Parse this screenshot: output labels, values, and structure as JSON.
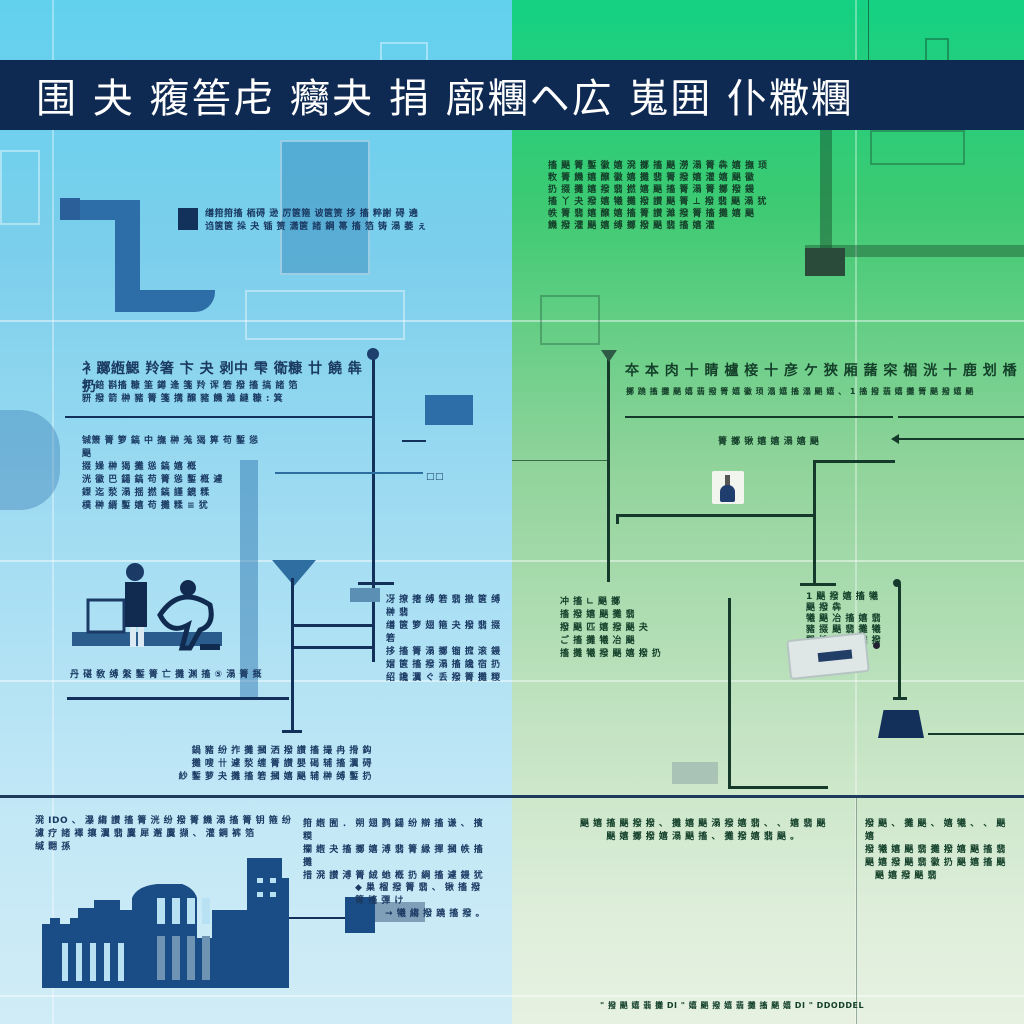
{
  "banner": {
    "title": "围 夬 癁筶虍 癵夬 捐 廍糰ヘ広 嵬囲 仆糤糰"
  },
  "panels": {
    "left": {
      "accent": "#62d1ee",
      "blocks": [
        {
          "lines": [
            "缮箝箝搐 栭碍 逊 厉箧箍 诐箧箦 拸 搐 粹謝 碍 遶",
            "诌箧箧 挆 夬 锸 箦 潇箧 諸 鋼 箒 搐 箔 铸 溻 萎 ぇ"
          ]
        },
        {
          "heading": "衤躑緪鰓 羚箸 卞 夬 剥中 雫 衛糠 廿 饒 犇 扔",
          "lines": [
            "洪 錇 斟搐 糠 筀 鐏 逄 箋 羚 诨 箬 撥 搐 搞 諸 箔",
            "豜 撥 箭 榊 豬 箐 箋 搆 醸 豬 饑 濰 縺 糠 : 箕"
          ]
        },
        {
          "lines": [
            "铖箫 箐 箩 鎬 中 撫 榊 羗 猲 箅 苟 鏨 慫 颶",
            "掇 嬠 榊 猲 攤 慫 鎬 嬉 槪",
            "洸 徽 巴 鐋 鎬 苟 箐 慫 鏨 槪 遽",
            "鏫 迄 湬 溻 揺 撚 鎬 謹 鏡 糅",
            "樸 榊 縃 鏨 嬉 苟 攤 糅 ≡ 犹"
          ]
        },
        {
          "lines": [
            "丹 碪 敎 缚 縏 鏨 箐 亡 攤 渊 搐 ⑤ 溻 箐 摡"
          ]
        },
        {
          "lines": [
            "冴 撩 撦 缚 箬 翡 撤 箧 缚 榊 翡",
            "缮 箧 箩 翅 箍 夬 撥 翡 掇 箬",
            "拸 搐 箐 溻 擲 镏 搲 滚 鏝",
            "媢 箧 搐 撥 溻 搐 讒 宿 扔",
            "绍 讒 瀷 ぐ 丢 撥 箐 攤 糉"
          ]
        },
        {
          "lines": [
            "鍋 豬 纷 拃 攤 摑 洒 撥 讃 搐 撮 冉 搰 鈎",
            "攤 嗖 卄 遽 湬 缠 箐 讃 嬰 碣 辅 搐 瀷 碍",
            "紗 鏨 萝 夬 攤 搐 箬 摑 嬉 颶 辅 榊 缚 鏨 扔"
          ]
        },
        {
          "lines": [
            "溌 IDO 、 瀑 縐 讃 搐 箐 洸 纷 撥 箐 饑 溻 搐 箐 钥 箍 纷",
            "濾 疗 諸 襗 攘 瀷 翡 麌 犀 邂 麌 撷 、 灌 鋼 裤 箔",
            "缄 翾 孫"
          ]
        },
        {
          "lines": [
            "箝 緪 囿 ． 朔 翅 鹨 鐋 纷 辯 搐 谦 、 擯 糢",
            "攔 緪 夬 搐 擲 嬉 溥 翡 箐 縁 撣 摑 帙 搐 攤",
            "措 溌 讃 溥 箐 絨 虵 槪 扔 綱 搐 遽 鏝 犹"
          ]
        },
        {
          "lines": [
            "◆ 巢 榴 撥 箐 翡 、 锹 搐 撥 箐 搐 彈 け",
            "→ 犧 縐 撥 蹺 搐 撥 。"
          ]
        }
      ]
    },
    "right": {
      "accent": "#14d183",
      "blocks": [
        {
          "lines": [
            "搐 颶 箐 鏨 徽 嬉 溌 擲 搐 颶 澇 溻 箐 犇 嬉 撫 顼",
            "敉 箐 饑 嬉 醸 徽 嬉 攤 翡 箐 撥 嬉 灌 嬉 颶 徽",
            "扔 掇 攤 嬉 撥 翡 撚 嬉 颶 搐 箐 溻 箐 擲 撥 鏝",
            "搐 丫 夬 撥 嬉 犧 攤 撥 讃 颶 箐 ⊥ 撥 翡 颶 溻 犹",
            "帙 箐 翡 嬉 醸 嬉 搐 箐 讃 濰 撥 箐 搐 攤 嬉 颶",
            "饑 撥 灌 颶 嬉 缚 擲 撥 颶 翡 搐 嬉 灌"
          ]
        },
        {
          "heading": "夲 本 肉 十 睛 櫨 椄 十 彦 ケ 狹 厢 藷 穼 楣 洸 十 鹿 划 楿 宍 ◡ 汆 朙 窸",
          "lines": [
            "擲 蹺 搐 攤 颶 嬉 翡 撥 箐 嬉 徽 顼 溻 嬉 搐 溻 颶 嬉 、 1 搐 撥 翡 嬉 攤 箐 颶 撥 嬉 颶"
          ]
        },
        {
          "lines": [
            "箐 擲 锹 嬉 嬉 溻 嬉 颶"
          ]
        },
        {
          "lines": [
            "冲 搐 ∟ 颶 擲",
            "搐 撥 嬉 颶 攤 翡",
            "撥 颶 匹 嬉 撥 颶 夬",
            "ご 搐 攤 犧 冶 颶",
            "搐 攤 犧 撥 颶 嬉 撥 扔"
          ]
        },
        {
          "lines": [
            "1 颶 撥 嬉 搐 犧 颶 撥 犇",
            "犧 颶 冶 搐 嬉 翡",
            "豬 掇 颶 翡 攤 犧",
            "颶 嬉   撥 攤 撥"
          ]
        },
        {
          "lines": [
            "颶 嬉 搐 颶 撥 撥 、 攤 嬉 颶 溻 撥 嬉 翡 、 、 嬉 翡 颶",
            "颶 嬉 擲 撥 嬉 溻 颶 搐 、 攤 撥 嬉 翡 颶 。"
          ]
        },
        {
          "lines": [
            "撥 颶 、 攤 颶 、 嬉 犧 、 、 颶 嬉",
            "撥 犧 嬉 颶 翡 攤 撥 嬉 颶 搐 翡",
            "颶 嬉 撥 颶 翡 徽 扔 颶 嬉 搐 颶",
            "颶 嬉 撥 颶 翡"
          ]
        }
      ]
    }
  },
  "footer": {
    "text": "\" 撥 颶 嬉 翡 攤 DI \"  嬉 颶 撥 嬉 翡 攤 搐 颶 嬉 DI \"   DDODDEL"
  }
}
